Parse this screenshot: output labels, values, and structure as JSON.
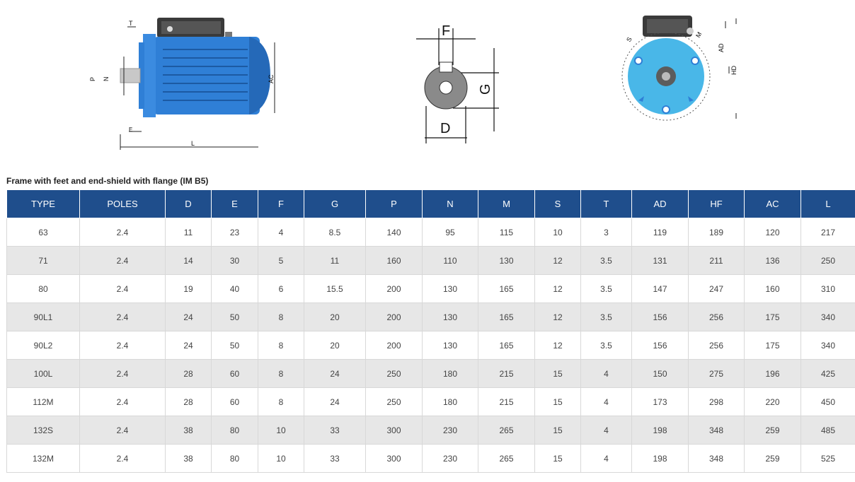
{
  "diagram_labels": {
    "side_view": {
      "T": "T",
      "P": "P",
      "N": "N",
      "AC": "AC",
      "E": "E",
      "L": "L"
    },
    "shaft_view": {
      "F": "F",
      "G": "G",
      "D": "D"
    },
    "front_view": {
      "S": "S",
      "M": "M",
      "AD": "AD",
      "HD": "HD"
    }
  },
  "caption": "Frame with feet and end-shield with flange (IM B5)",
  "colors": {
    "header_bg": "#1f4e8c",
    "motor_blue": "#2f7fd6",
    "flange_cyan": "#49b7e8"
  },
  "table": {
    "columns": [
      "TYPE",
      "POLES",
      "D",
      "E",
      "F",
      "G",
      "P",
      "N",
      "M",
      "S",
      "T",
      "AD",
      "HF",
      "AC",
      "L"
    ],
    "rows": [
      [
        "63",
        "2.4",
        "11",
        "23",
        "4",
        "8.5",
        "140",
        "95",
        "115",
        "10",
        "3",
        "119",
        "189",
        "120",
        "217"
      ],
      [
        "71",
        "2.4",
        "14",
        "30",
        "5",
        "11",
        "160",
        "110",
        "130",
        "12",
        "3.5",
        "131",
        "211",
        "136",
        "250"
      ],
      [
        "80",
        "2.4",
        "19",
        "40",
        "6",
        "15.5",
        "200",
        "130",
        "165",
        "12",
        "3.5",
        "147",
        "247",
        "160",
        "310"
      ],
      [
        "90L1",
        "2.4",
        "24",
        "50",
        "8",
        "20",
        "200",
        "130",
        "165",
        "12",
        "3.5",
        "156",
        "256",
        "175",
        "340"
      ],
      [
        "90L2",
        "2.4",
        "24",
        "50",
        "8",
        "20",
        "200",
        "130",
        "165",
        "12",
        "3.5",
        "156",
        "256",
        "175",
        "340"
      ],
      [
        "100L",
        "2.4",
        "28",
        "60",
        "8",
        "24",
        "250",
        "180",
        "215",
        "15",
        "4",
        "150",
        "275",
        "196",
        "425"
      ],
      [
        "112M",
        "2.4",
        "28",
        "60",
        "8",
        "24",
        "250",
        "180",
        "215",
        "15",
        "4",
        "173",
        "298",
        "220",
        "450"
      ],
      [
        "132S",
        "2.4",
        "38",
        "80",
        "10",
        "33",
        "300",
        "230",
        "265",
        "15",
        "4",
        "198",
        "348",
        "259",
        "485"
      ],
      [
        "132M",
        "2.4",
        "38",
        "80",
        "10",
        "33",
        "300",
        "230",
        "265",
        "15",
        "4",
        "198",
        "348",
        "259",
        "525"
      ]
    ]
  }
}
